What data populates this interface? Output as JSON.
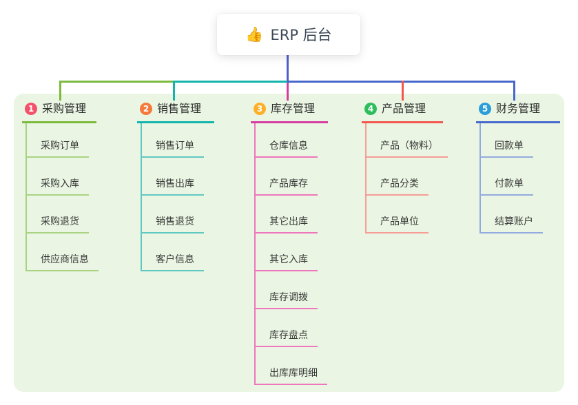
{
  "root": {
    "icon_glyph": "👍",
    "label": "ERP 后台"
  },
  "colors": {
    "panel_bg": "#eaf6e3",
    "root_line": "#4e61c8"
  },
  "branches": [
    {
      "num": "1",
      "label": "采购管理",
      "colors": {
        "badge": "#f4526c",
        "line": "#7cb93f",
        "child_line": "#a9d383"
      },
      "children": [
        "采购订单",
        "采购入库",
        "采购退货",
        "供应商信息"
      ]
    },
    {
      "num": "2",
      "label": "销售管理",
      "colors": {
        "badge": "#f57a3c",
        "line": "#14b3ab",
        "child_line": "#5fc8c0"
      },
      "children": [
        "销售订单",
        "销售出库",
        "销售退货",
        "客户信息"
      ]
    },
    {
      "num": "3",
      "label": "库存管理",
      "colors": {
        "badge": "#ffae27",
        "line": "#d63ba0",
        "child_line": "#ef76bc"
      },
      "children": [
        "仓库信息",
        "产品库存",
        "其它出库",
        "其它入库",
        "库存调拨",
        "库存盘点",
        "出库库明细"
      ]
    },
    {
      "num": "4",
      "label": "产品管理",
      "colors": {
        "badge": "#2ebd5b",
        "line": "#f2564d",
        "child_line": "#f59d96"
      },
      "children": [
        "产品（物料）",
        "产品分类",
        "产品单位"
      ]
    },
    {
      "num": "5",
      "label": "财务管理",
      "colors": {
        "badge": "#2a9ed9",
        "line": "#4667cb",
        "child_line": "#93aade"
      },
      "children": [
        "回款单",
        "付款单",
        "结算账户"
      ]
    }
  ]
}
